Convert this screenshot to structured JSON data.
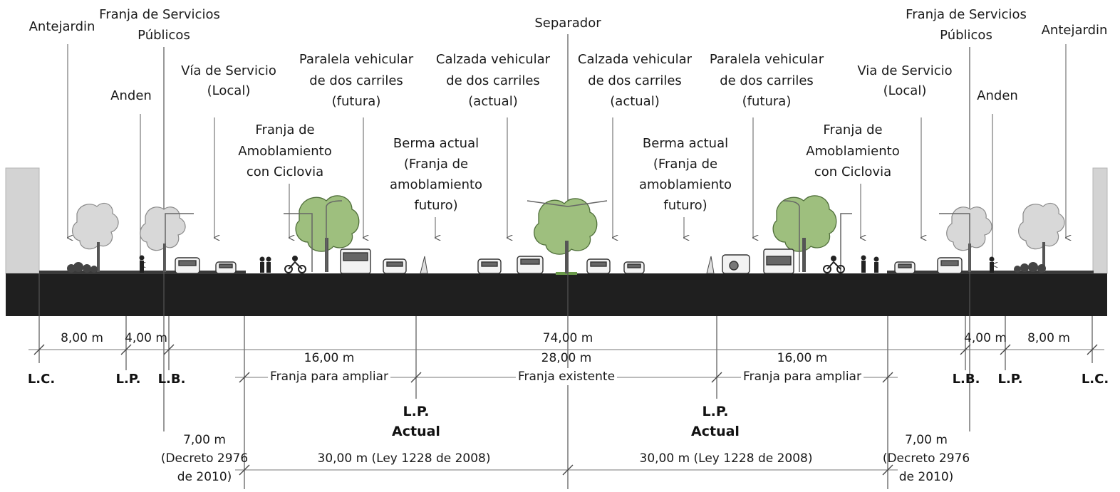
{
  "labels": {
    "antejardin_left": "Antejardin",
    "franja_servicios_left_1": "Franja de Servicios",
    "franja_servicios_left_2": "Públicos",
    "anden_left": "Anden",
    "via_servicio_left_1": "Vía de Servicio",
    "via_servicio_left_2": "(Local)",
    "franja_amob_left_1": "Franja de",
    "franja_amob_left_2": "Amoblamiento",
    "franja_amob_left_3": "con Ciclovia",
    "paralela_left_1": "Paralela vehicular",
    "paralela_left_2": "de dos carriles",
    "paralela_left_3": "(futura)",
    "berma_left_1": "Berma actual",
    "berma_left_2": "(Franja de",
    "berma_left_3": "amoblamiento",
    "berma_left_4": "futuro)",
    "calzada_left_1": "Calzada vehicular",
    "calzada_left_2": "de dos carriles",
    "calzada_left_3": "(actual)",
    "separador": "Separador",
    "calzada_right_1": "Calzada vehicular",
    "calzada_right_2": "de dos carriles",
    "calzada_right_3": "(actual)",
    "berma_right_1": "Berma actual",
    "berma_right_2": "(Franja de",
    "berma_right_3": "amoblamiento",
    "berma_right_4": "futuro)",
    "paralela_right_1": "Paralela vehicular",
    "paralela_right_2": "de dos carriles",
    "paralela_right_3": "(futura)",
    "franja_amob_right_1": "Franja de",
    "franja_amob_right_2": "Amoblamiento",
    "franja_amob_right_3": "con Ciclovia",
    "via_servicio_right_1": "Via de Servicio",
    "via_servicio_right_2": "(Local)",
    "anden_right": "Anden",
    "franja_servicios_right_1": "Franja de Servicios",
    "franja_servicios_right_2": "Públicos",
    "antejardin_right": "Antejardin"
  },
  "dimensions": {
    "antejardin_left": "8,00 m",
    "anden_left": "4,00 m",
    "total": "74,00 m",
    "ampliar_left_value": "16,00 m",
    "ampliar_left_label": "Franja para ampliar",
    "existente_value": "28,00 m",
    "existente_label": "Franja existente",
    "ampliar_right_value": "16,00 m",
    "ampliar_right_label": "Franja para ampliar",
    "anden_right": "4,00 m",
    "antejardin_right": "8,00 m",
    "decreto_left_1": "7,00 m",
    "decreto_left_2": "(Decreto 2976",
    "decreto_left_3": "de 2010)",
    "ley_left": "30,00 m (Ley 1228 de 2008)",
    "ley_right": "30,00 m (Ley 1228 de 2008)",
    "decreto_right_1": "7,00 m",
    "decreto_right_2": "(Decreto 2976",
    "decreto_right_3": "de 2010)"
  },
  "markers": {
    "lc_left": "L.C.",
    "lp_left": "L.P.",
    "lb_left": "L.B.",
    "lp_actual_left_1": "L.P.",
    "lp_actual_left_2": "Actual",
    "lp_actual_right_1": "L.P.",
    "lp_actual_right_2": "Actual",
    "lb_right": "L.B.",
    "lp_right": "L.P.",
    "lc_right": "L.C."
  },
  "colors": {
    "road": "#1f1f1f",
    "tree_green": "#9ebf7e",
    "tree_gray": "#d8d8d8",
    "building": "#d3d3d3",
    "line": "#4a4a4a"
  }
}
